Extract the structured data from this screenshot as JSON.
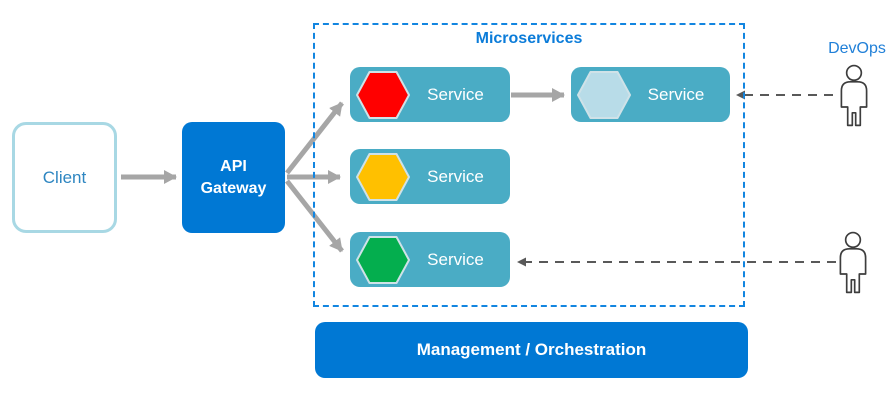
{
  "diagram": {
    "client": {
      "label": "Client"
    },
    "api_gateway": {
      "label": "API Gateway"
    },
    "microservices_group": {
      "label": "Microservices"
    },
    "devops": {
      "label": "DevOps"
    },
    "services": [
      {
        "label": "Service",
        "hexagon": "red-hexagon",
        "hex_color": "#FF0000"
      },
      {
        "label": "Service",
        "hexagon": "light-blue-hexagon",
        "hex_color": "#B8DCE8"
      },
      {
        "label": "Service",
        "hexagon": "yellow-hexagon",
        "hex_color": "#FFC000"
      },
      {
        "label": "Service",
        "hexagon": "green-hexagon",
        "hex_color": "#04AE4E"
      }
    ],
    "management": {
      "label": "Management / Orchestration"
    }
  },
  "colors": {
    "primary_blue": "#0078D4",
    "container_dash_blue": "#1285E0",
    "label_blue": "#0B7CD9",
    "devops_text_blue": "#2180D8",
    "client_text_blue": "#2E86C1",
    "client_border_teal": "#A8D8E4",
    "service_teal": "#4AACC5",
    "hexagon_border": "#CFE2E8",
    "solid_arrow_gray": "#A6A6A6",
    "dashed_arrow_gray": "#595959",
    "person_outline": "#3D3D3D"
  }
}
